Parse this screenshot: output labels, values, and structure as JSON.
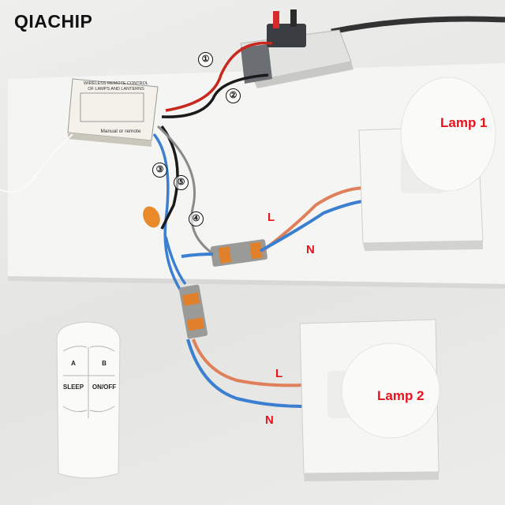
{
  "brand": "QIACHIP",
  "lamps": [
    {
      "label": "Lamp 1"
    },
    {
      "label": "Lamp 2"
    }
  ],
  "wire_labels": {
    "lamp1_live": "L",
    "lamp1_neutral": "N",
    "lamp2_live": "L",
    "lamp2_neutral": "N"
  },
  "wire_numbers": [
    "①",
    "②",
    "③",
    "⑤",
    "④"
  ],
  "controller": {
    "line1": "WIRELESS REMOTE CONTROL",
    "line2": "OF LAMPS AND LANTERNS",
    "line3": "Manual or remote"
  },
  "remote": {
    "buttons": [
      "A",
      "B",
      "SLEEP",
      "ON/OFF"
    ]
  },
  "colors": {
    "label_red": "#e8121c",
    "wire_blue": "#3a7fd0",
    "wire_brown": "#e0805a",
    "wire_black": "#1a1a1a",
    "wire_gray": "#8a8a8a"
  }
}
